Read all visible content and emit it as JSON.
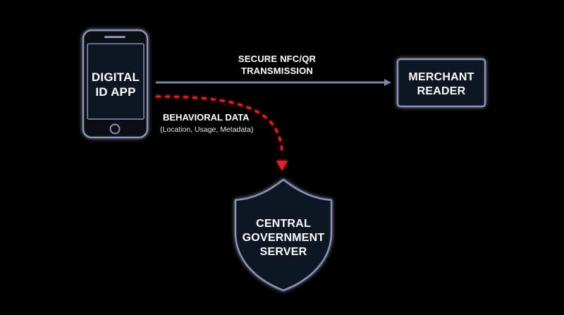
{
  "diagram": {
    "phone": {
      "line1": "DIGITAL",
      "line2": "ID APP"
    },
    "merchant": {
      "line1": "MERCHANT",
      "line2": "READER"
    },
    "server": {
      "line1": "CENTRAL",
      "line2": "GOVERNMENT",
      "line3": "SERVER"
    },
    "secure_link": {
      "line1": "SECURE NFC/QR",
      "line2": "TRANSMISSION"
    },
    "behavioral_link": {
      "title": "BEHAVIORAL DATA",
      "subtitle": "(Location, Usage, Metadata)"
    }
  },
  "colors": {
    "background": "#000000",
    "outline": "#8a95b5",
    "fill": "#0e1220",
    "secure_arrow": "#7a85a6",
    "tracking_arrow": "#e0242c",
    "text": "#ffffff"
  }
}
